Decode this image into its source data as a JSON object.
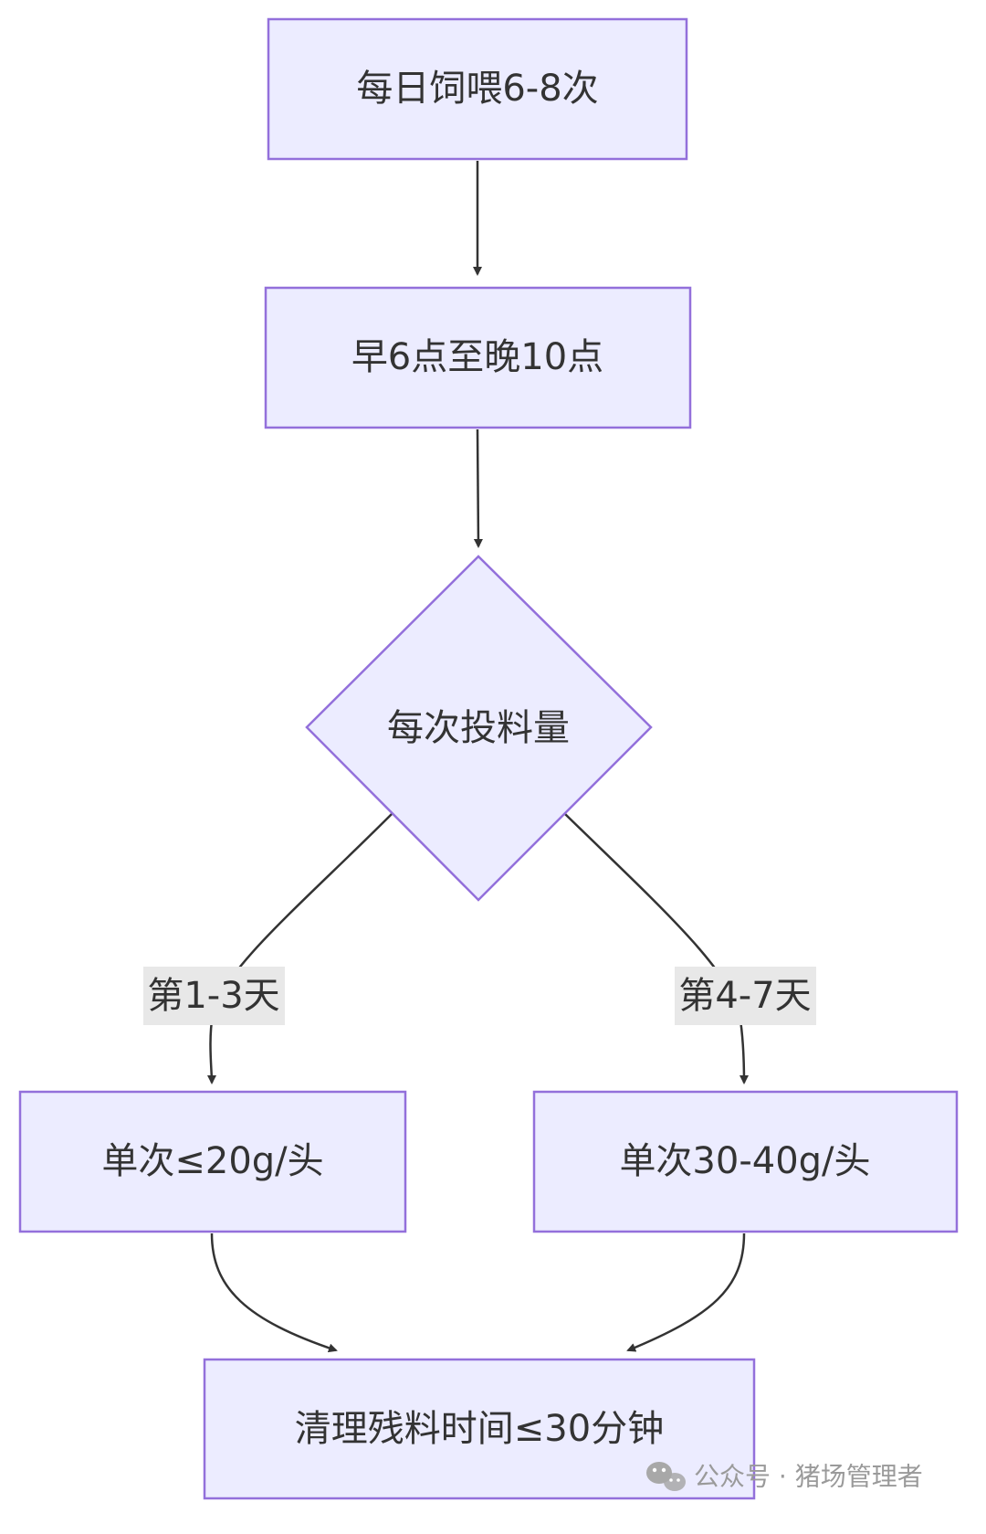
{
  "nodes": {
    "feed_frequency": "每日饲喂6-8次",
    "feed_hours": "早6点至晚10点",
    "amount_decision": "每次投料量",
    "amount_small": "单次≤20g/头",
    "amount_large": "单次30-40g/头",
    "cleanup": "清理残料时间≤30分钟"
  },
  "edges": {
    "days_1_3": "第1-3天",
    "days_4_7": "第4-7天"
  },
  "watermark": {
    "icon": "wechat-icon",
    "text": "公众号 · 猪场管理者"
  },
  "colors": {
    "node_fill": "#ececff",
    "node_stroke": "#9370db",
    "edge": "#333333",
    "label_bg": "#e8e8e8",
    "text": "#333333"
  }
}
